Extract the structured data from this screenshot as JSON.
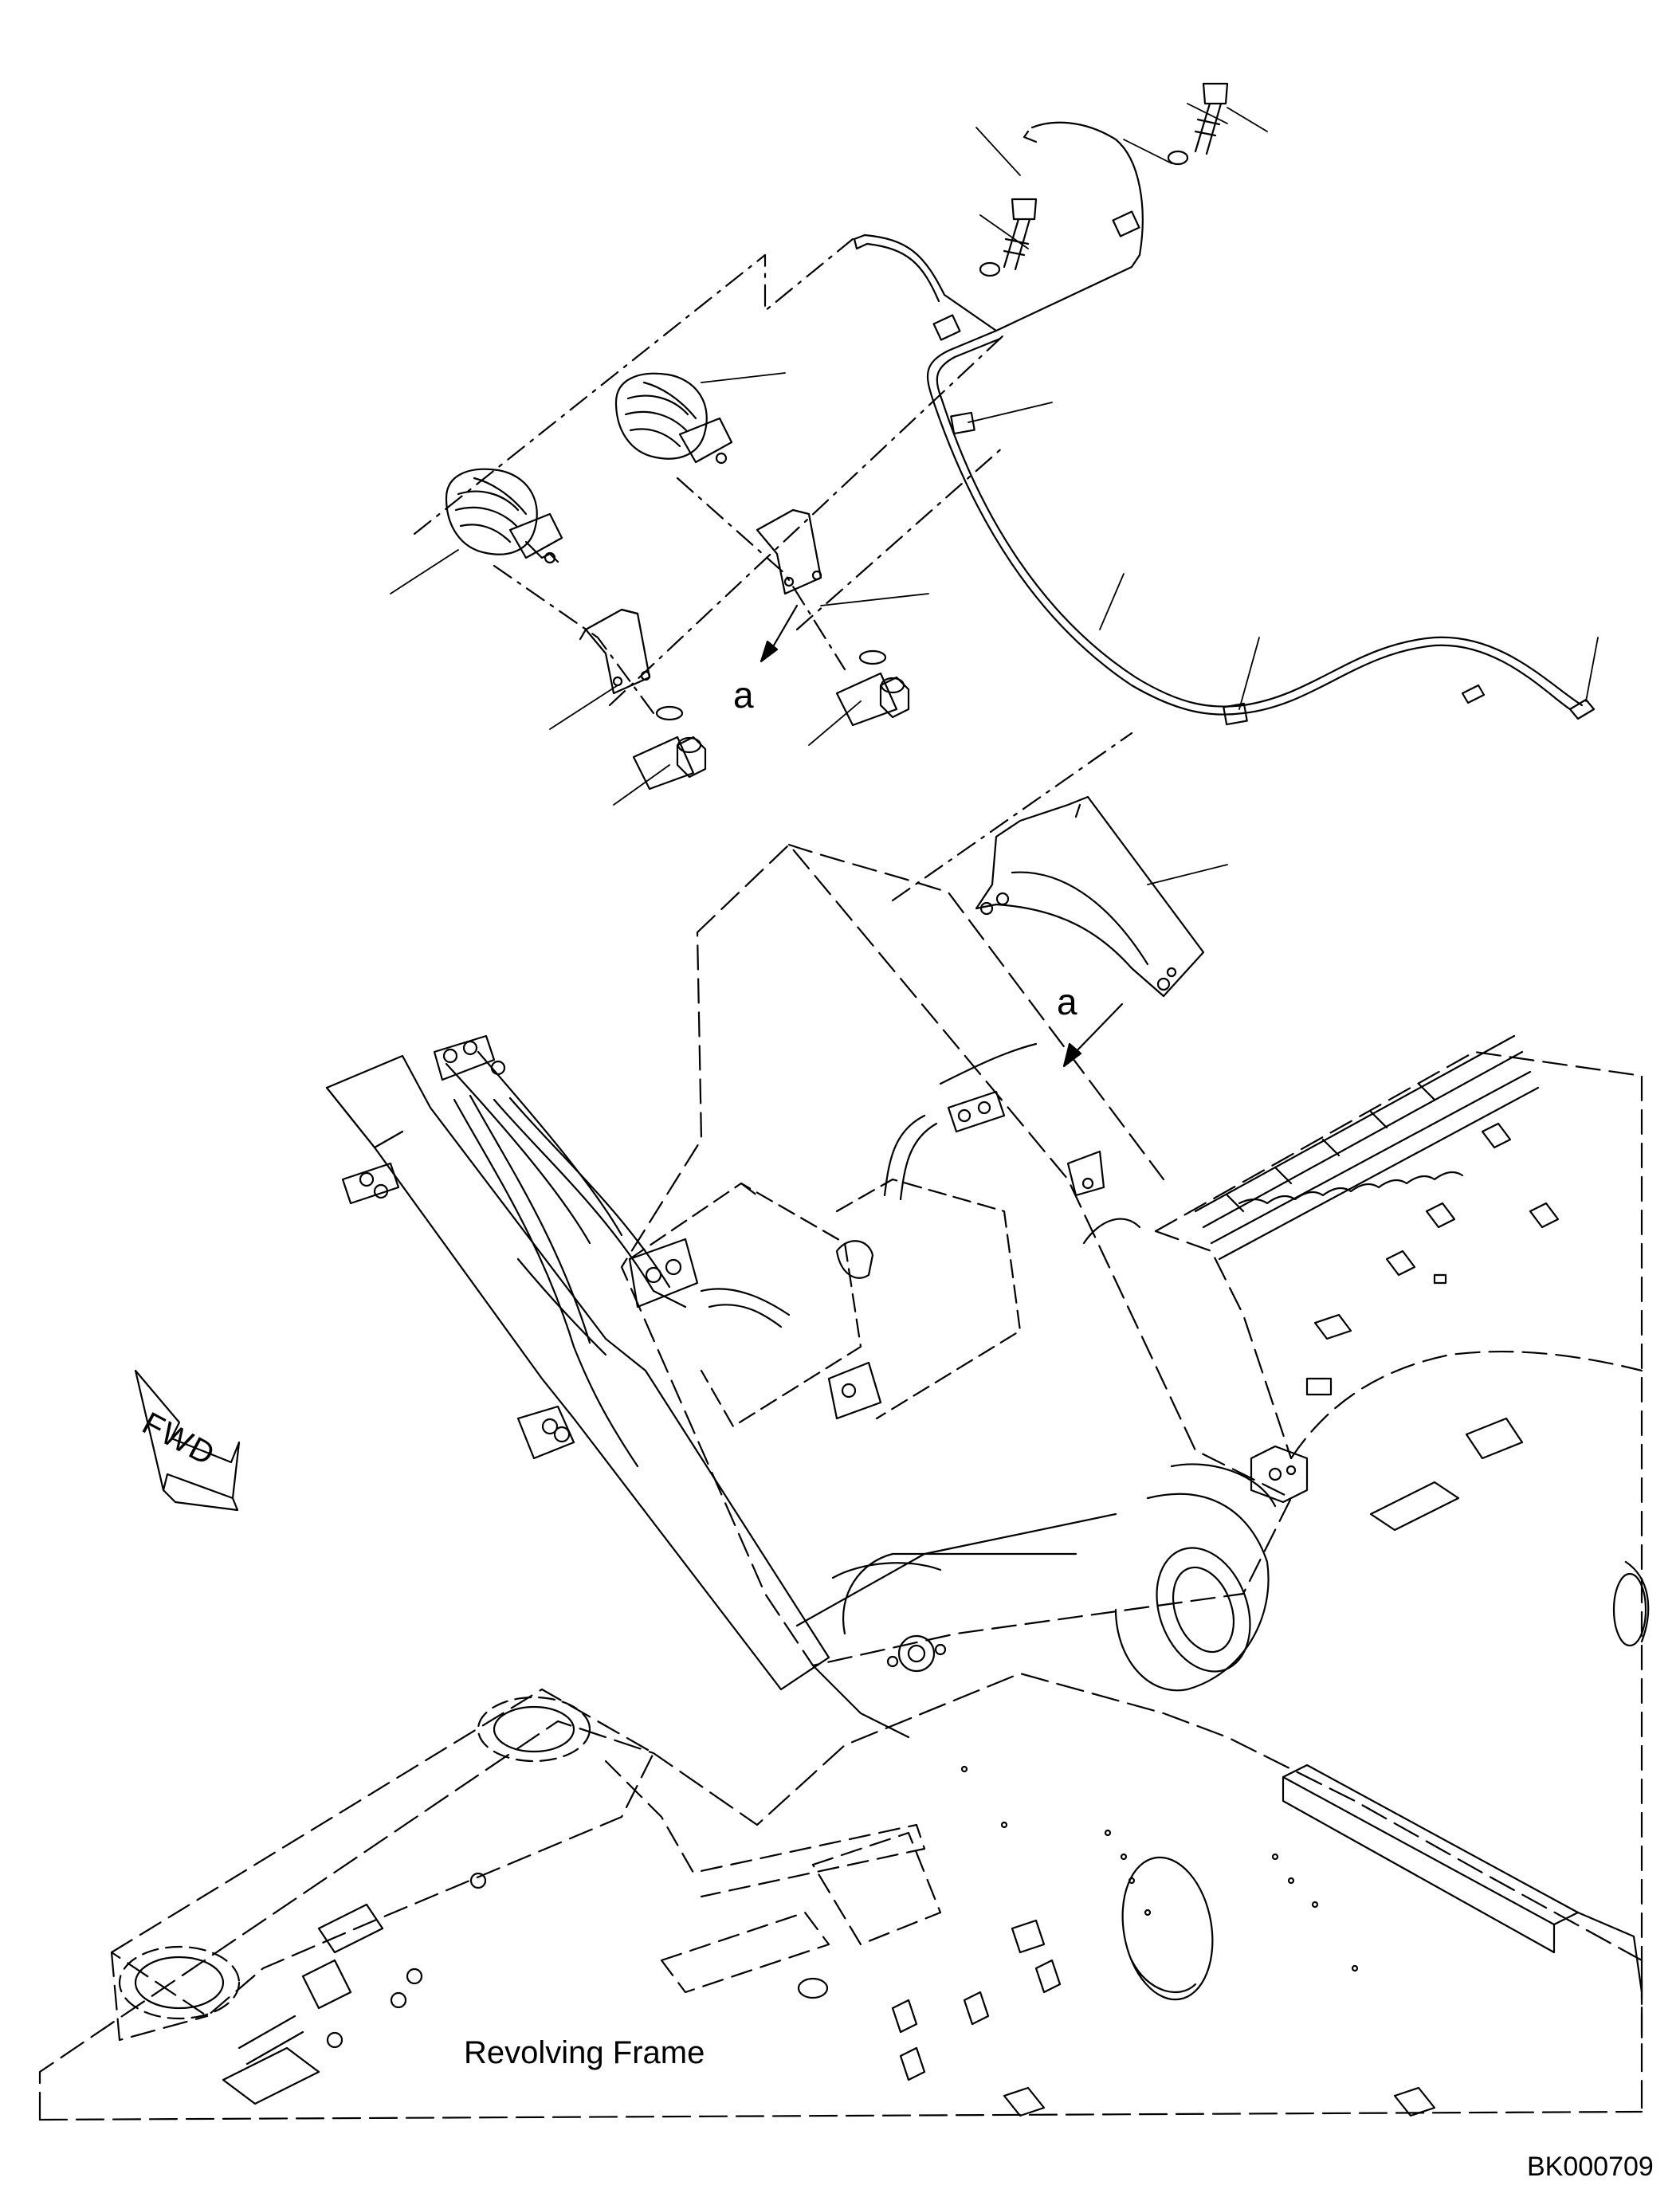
{
  "diagram": {
    "callouts": {
      "view_a_top": "a",
      "view_a_bottom": "a"
    },
    "labels": {
      "frame": "Revolving Frame",
      "direction": "FWD"
    },
    "drawing_number": "BK000709"
  }
}
